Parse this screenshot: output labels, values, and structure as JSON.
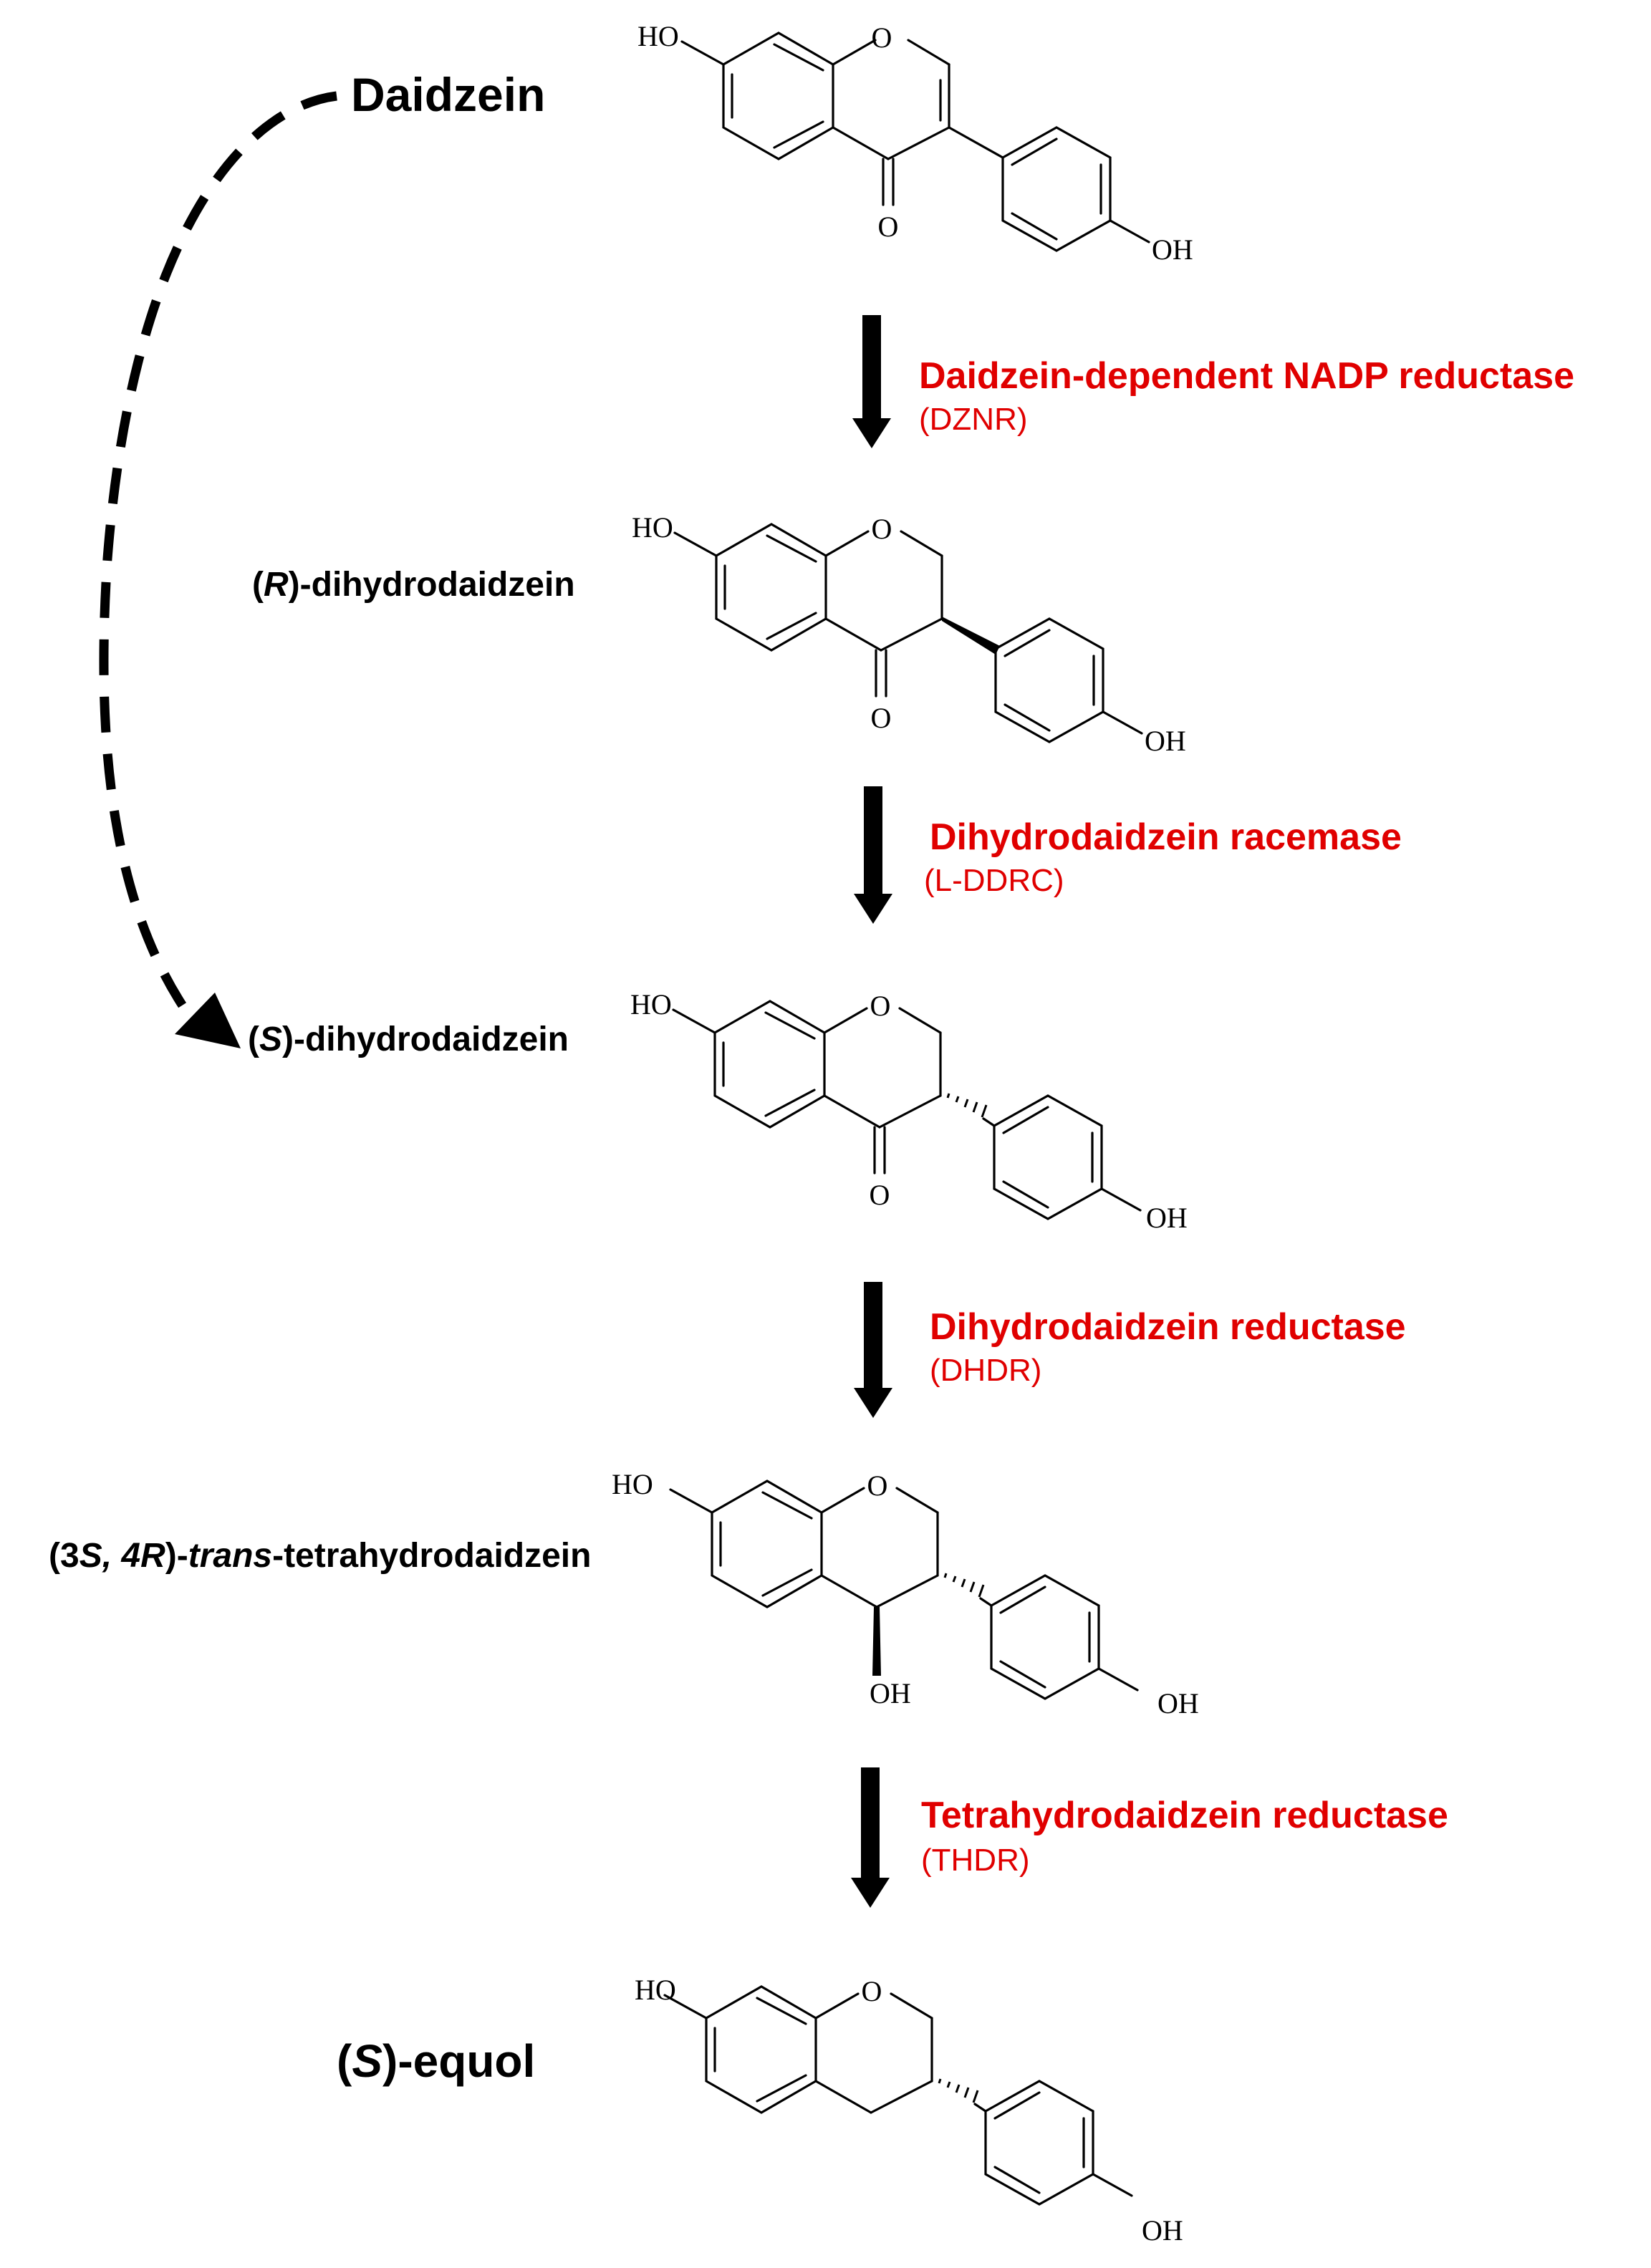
{
  "colors": {
    "enzyme": "#e00000",
    "compound": "#000000",
    "arrow": "#000000"
  },
  "compounds": {
    "daidzein": {
      "name": "Daidzein"
    },
    "r_dhd": {
      "pre": "(",
      "stereo": "R",
      "post": ")-dihydrodaidzein"
    },
    "s_dhd": {
      "pre": "(",
      "stereo": "S",
      "post": ")-dihydrodaidzein"
    },
    "thd": {
      "p1": "(3",
      "p2": "S, 4R",
      "p3": ")-",
      "p4": "trans",
      "p5": "-tetrahydrodaidzein"
    },
    "equol": {
      "pre": "(",
      "stereo": "S",
      "post": ")-equol"
    }
  },
  "enzymes": [
    {
      "name": "Daidzein-dependent NADP reductase",
      "abbr": "(DZNR)"
    },
    {
      "name": "Dihydrodaidzein racemase",
      "abbr": "(L-DDRC)"
    },
    {
      "name": "Dihydrodaidzein reductase",
      "abbr": "(DHDR)"
    },
    {
      "name": "Tetrahydrodaidzein reductase",
      "abbr": "(THDR)"
    }
  ],
  "atoms": {
    "hydroxyl": "OH",
    "hydroxyl_left": "HO",
    "oxygen": "O"
  }
}
